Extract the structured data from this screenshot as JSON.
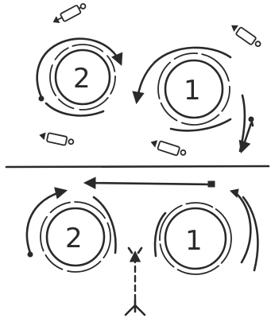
{
  "top_panel": {
    "disc_left_label": "2",
    "disc_right_label": "1"
  },
  "bottom_panel": {
    "disc_left_label": "2",
    "disc_right_label": "1"
  },
  "colors": {
    "ink": "#2a2a2a",
    "background": "#ffffff"
  },
  "icons": [
    "car-icon",
    "arrow-icon",
    "dashed-arrow-icon",
    "inflow-fork-icon"
  ]
}
